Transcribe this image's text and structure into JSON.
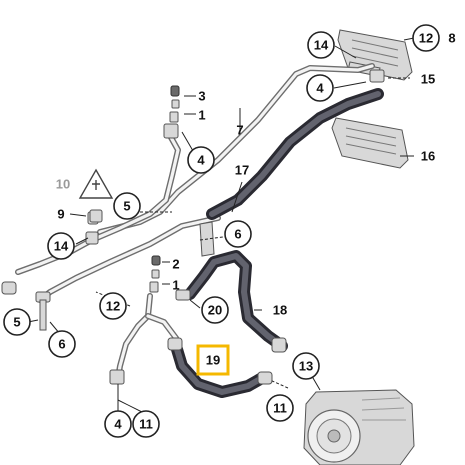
{
  "diagram": {
    "callouts": {
      "c14_top": "14",
      "c12_top": "12",
      "c8": "8",
      "c15": "15",
      "c4_top": "4",
      "c3": "3",
      "c1_top": "1",
      "c7": "7",
      "c4_mid": "4",
      "c16": "16",
      "c10": "10",
      "c17": "17",
      "c5_mid": "5",
      "c9": "9",
      "c6_mid": "6",
      "c14_left": "14",
      "c2": "2",
      "c1_mid": "1",
      "c18": "18",
      "c12_mid": "12",
      "c20": "20",
      "c5_left": "5",
      "c6_left": "6",
      "c19": "19",
      "c13": "13",
      "c11_right": "11",
      "c4_bottom": "4",
      "c11_bottom": "11"
    },
    "highlighted_part": "19",
    "colors": {
      "highlight": "#f5b800",
      "callout_gray": "#9a9a9a",
      "hose_dark": "#2a2a32"
    }
  }
}
